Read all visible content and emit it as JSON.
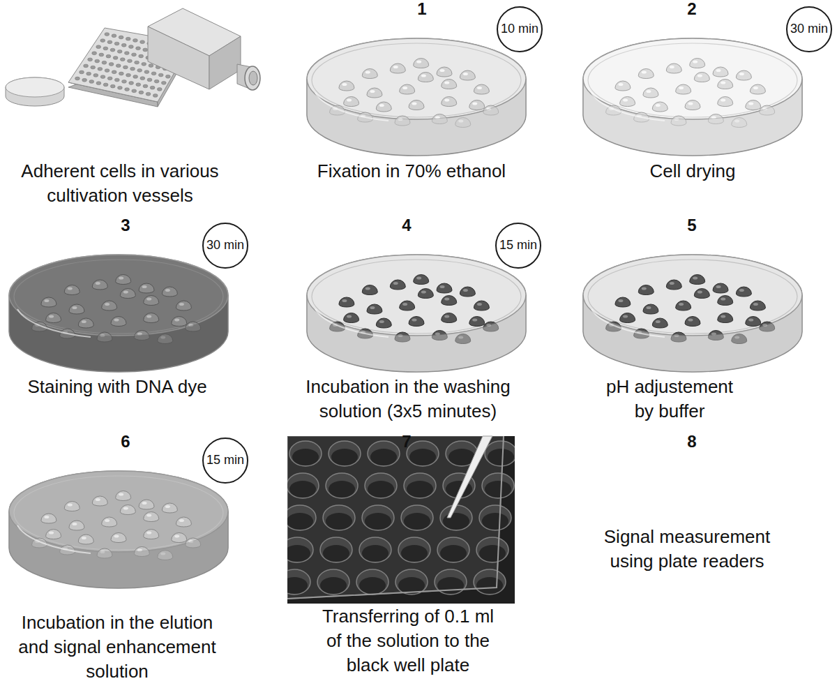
{
  "diagram": {
    "nodes": [
      {
        "text": [
          "10 min"
        ]
      },
      {
        "text": [
          "30 min"
        ]
      },
      {
        "text": [
          "30 min"
        ]
      },
      {
        "text": [
          "15 min"
        ]
      },
      {
        "text": [
          "15 min"
        ]
      }
    ],
    "labels": [
      "Adherent cells in various cultivation vessels",
      "1",
      "Fixation in 70% ethanol",
      "2",
      "Cell drying",
      "3",
      "Staining with DNA dye",
      "4",
      "Incubation in the washing solution (3x5 minutes)",
      "5",
      "pH adjustement by buffer",
      "6",
      "Incubation in the elution and signal enhancement solution",
      "7",
      "Transferring of 0.1 ml of the solution to the black well plate",
      "8",
      "Signal measurement using plate readers"
    ]
  }
}
